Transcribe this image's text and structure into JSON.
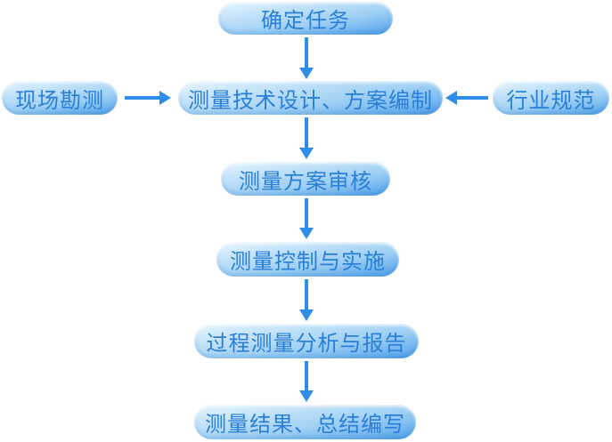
{
  "diagram": {
    "nodes": {
      "task": {
        "label": "确定任务"
      },
      "site_survey": {
        "label": "现场勘测"
      },
      "design": {
        "label": "测量技术设计、方案编制"
      },
      "standards": {
        "label": "行业规范"
      },
      "review": {
        "label": "测量方案审核"
      },
      "control": {
        "label": "测量控制与实施"
      },
      "analysis": {
        "label": "过程测量分析与报告"
      },
      "results": {
        "label": "测量结果、总结编写"
      }
    },
    "colors": {
      "node_gradient_top": "#e7f6fe",
      "node_gradient_bottom": "#4c9be7",
      "node_text": "#2a7fd8",
      "arrow": "#2e8de8",
      "background": "#ffffff"
    }
  }
}
